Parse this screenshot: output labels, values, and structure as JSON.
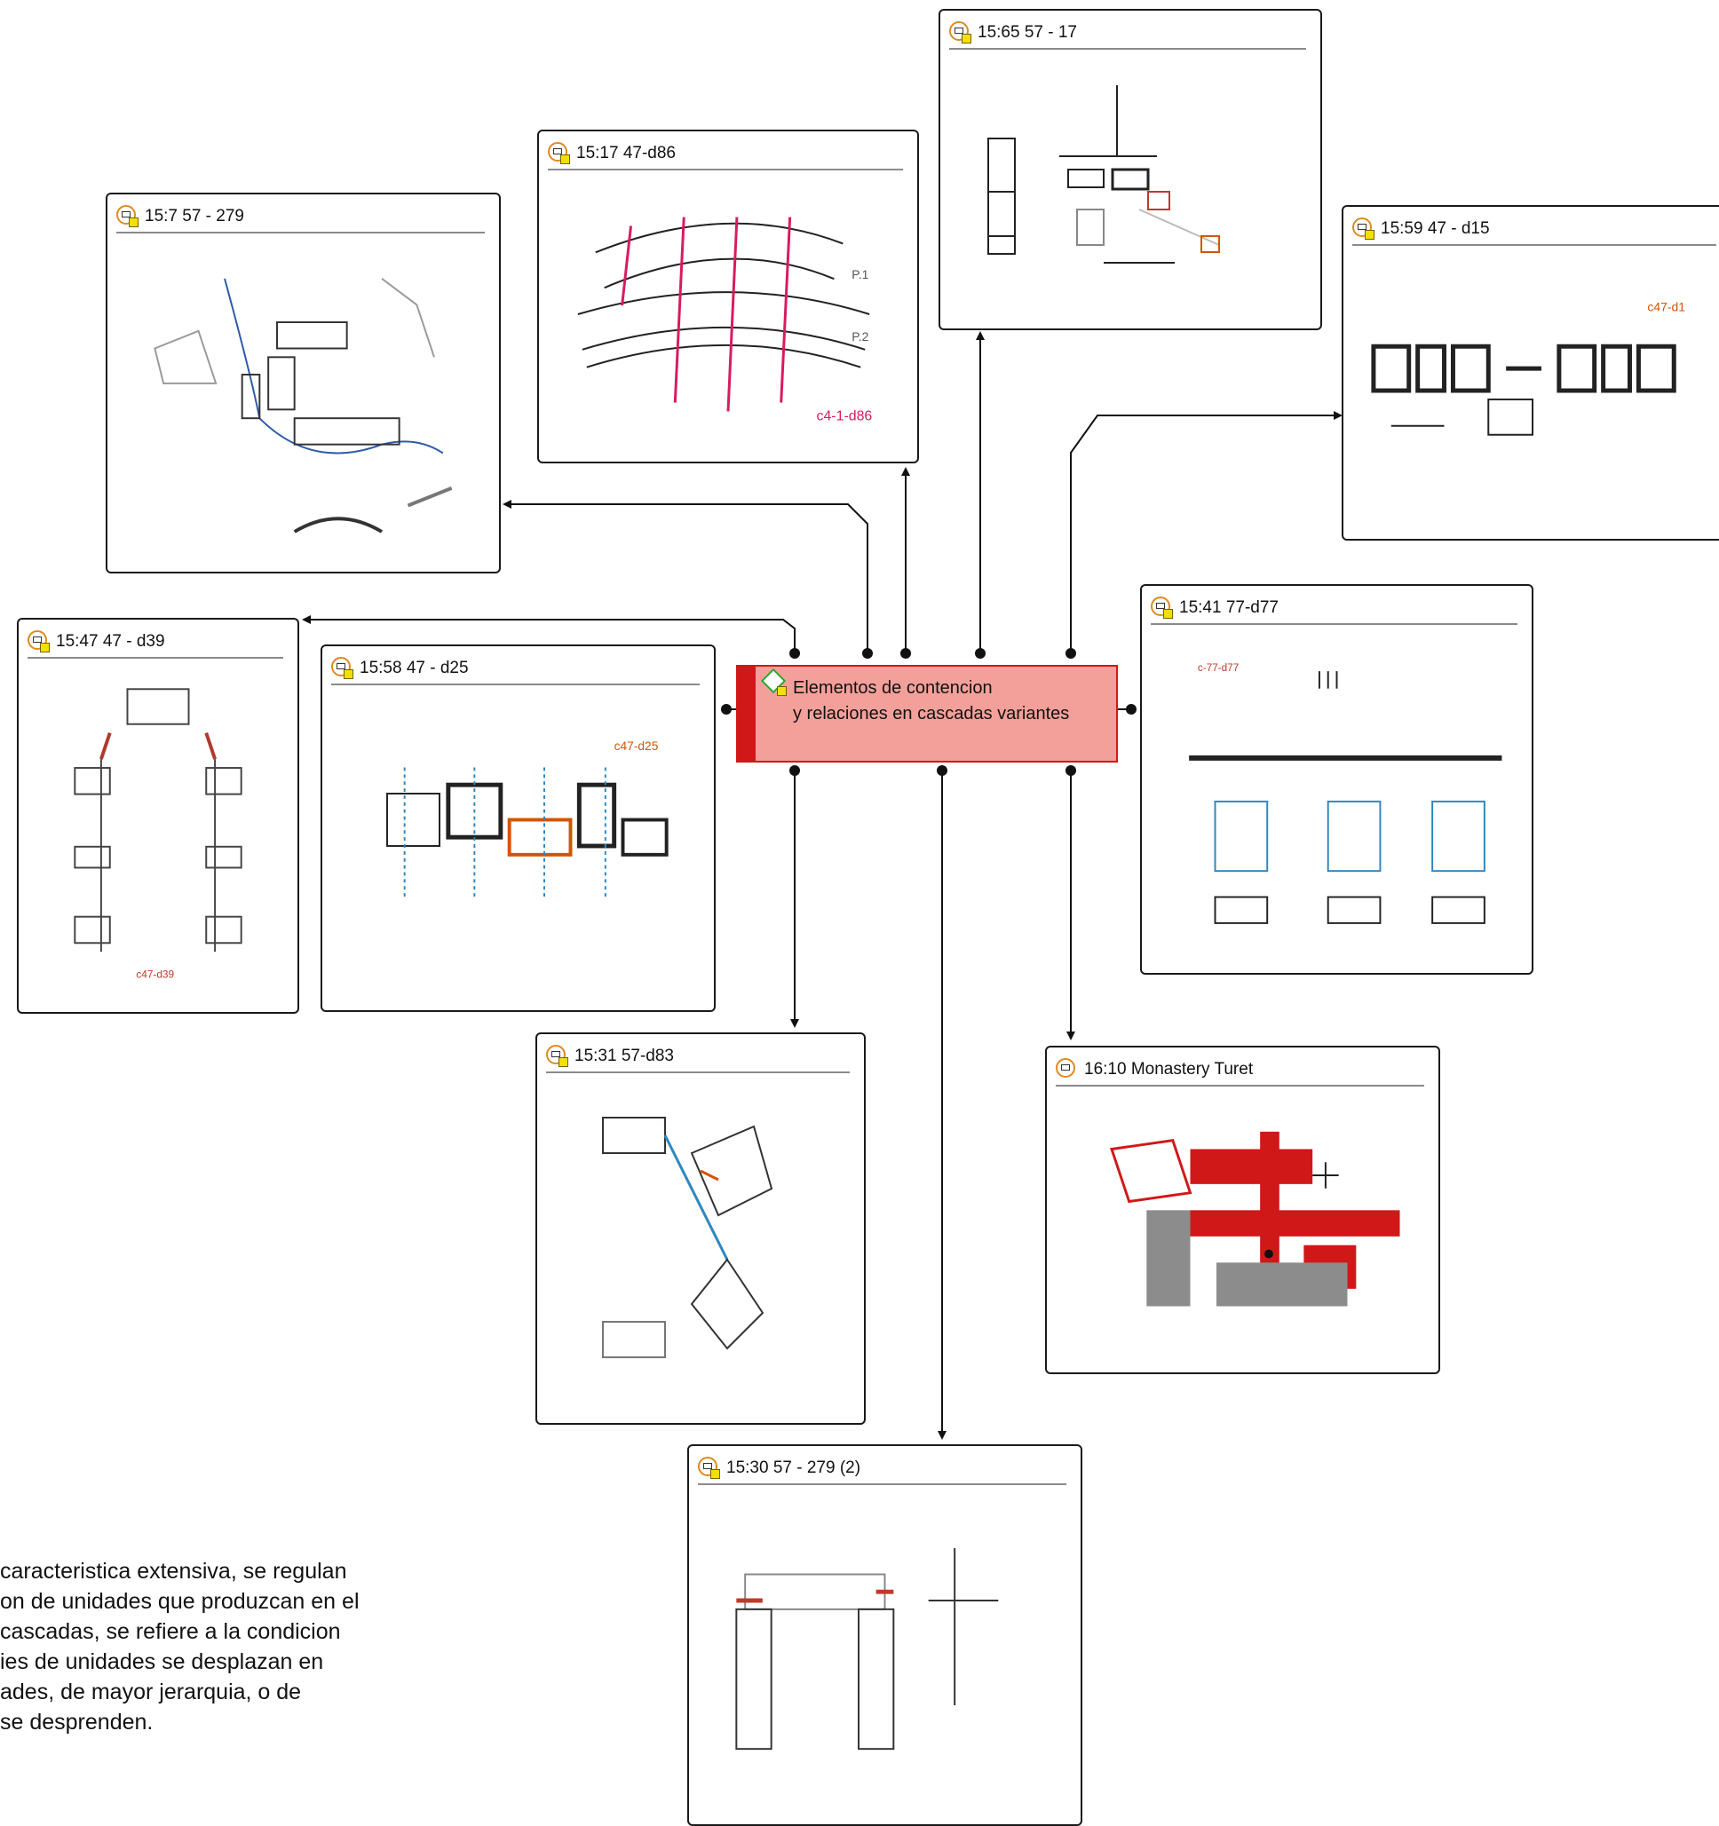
{
  "central_code": {
    "title": "Elementos de contencion\ny relaciones en cascadas variantes",
    "colors": {
      "fill": "#f4a09a",
      "border": "#d01818"
    },
    "icon": "code-diamond-icon"
  },
  "documents": [
    {
      "title": "15:65 57 - 17",
      "icon": "document-memo-icon",
      "sketch_text": []
    },
    {
      "title": "15:17 47-d86",
      "icon": "document-memo-icon",
      "sketch_text": [
        "P.1",
        "P.2",
        "c4-1-d86"
      ]
    },
    {
      "title": "15:7 57 - 279",
      "icon": "document-memo-icon",
      "sketch_text": []
    },
    {
      "title": "15:59 47 - d15",
      "icon": "document-memo-icon",
      "sketch_text": [
        "c47-d1"
      ]
    },
    {
      "title": "15:47 47 - d39",
      "icon": "document-memo-icon",
      "sketch_text": [
        "c47-d39"
      ]
    },
    {
      "title": "15:58 47 - d25",
      "icon": "document-memo-icon",
      "sketch_text": [
        "c47-d25"
      ]
    },
    {
      "title": "15:41 77-d77",
      "icon": "document-memo-icon",
      "sketch_text": [
        "c-77-d77"
      ]
    },
    {
      "title": "15:31 57-d83",
      "icon": "document-memo-icon",
      "sketch_text": []
    },
    {
      "title": "16:10 Monastery Turet",
      "icon": "document-icon",
      "sketch_text": []
    },
    {
      "title": "15:30 57 - 279 (2)",
      "icon": "document-memo-icon",
      "sketch_text": []
    }
  ],
  "memo": {
    "text": "caracteristica extensiva, se regulan\non de unidades que produzcan en el\ncascadas, se refiere a la condicion\nies de unidades se desplazan en\nades, de mayor jerarquia, o de\nse desprenden."
  },
  "colors": {
    "link": "#111111",
    "card_border": "#1a1a1a",
    "icon_ring": "#e08a1e",
    "memo_flag": "#f4e000"
  }
}
